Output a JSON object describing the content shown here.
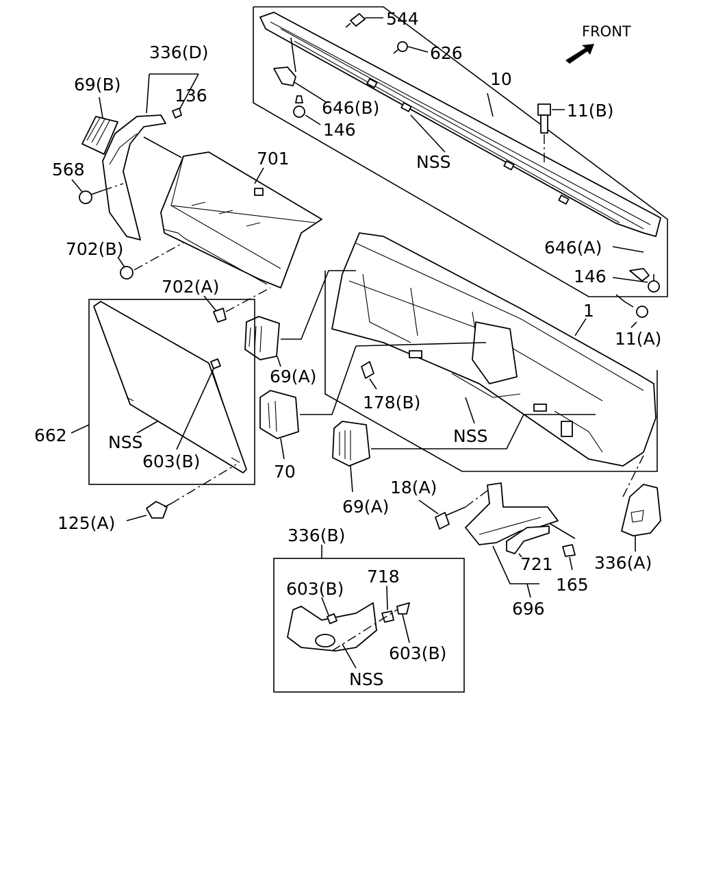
{
  "diagram": {
    "direction_label": "FRONT",
    "labels": {
      "p544": "544",
      "p626": "626",
      "p10": "10",
      "p646b": "646(B)",
      "p146_top": "146",
      "p11b": "11(B)",
      "nss_top": "NSS",
      "p336d": "336(D)",
      "p136": "136",
      "p69b": "69(B)",
      "p701": "701",
      "p568": "568",
      "p702b": "702(B)",
      "p702a": "702(A)",
      "p646a": "646(A)",
      "p146_right": "146",
      "p1": "1",
      "p11a": "11(A)",
      "p69a_left": "69(A)",
      "p178b": "178(B)",
      "nss_mid": "NSS",
      "p662": "662",
      "nss_left": "NSS",
      "p603b_left": "603(B)",
      "p70": "70",
      "p69a_mid": "69(A)",
      "p18a": "18(A)",
      "p125a": "125(A)",
      "p336b": "336(B)",
      "p718": "718",
      "p603b_box1": "603(B)",
      "p603b_box2": "603(B)",
      "nss_box": "NSS",
      "p721": "721",
      "p165": "165",
      "p336a": "336(A)",
      "p696": "696"
    }
  }
}
